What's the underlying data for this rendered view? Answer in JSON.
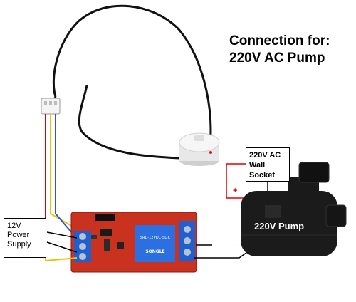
{
  "title": {
    "line1": "Connection for:",
    "line2": "220V AC Pump"
  },
  "power_supply": {
    "line1": "12V",
    "line2": "Power",
    "line3": "Supply"
  },
  "wall_socket": {
    "line1": "220V AC",
    "line2": "Wall",
    "line3": "Socket"
  },
  "pump": {
    "label": "220V Pump"
  },
  "terminals": {
    "plus": "+",
    "minus": "−"
  },
  "relay_module": {
    "label_small": "SRD-12VDC-SL-C",
    "brand": "SONGLE"
  },
  "colors": {
    "board": "#c8321e",
    "terminal_block": "#1f5fd0",
    "relay_body": "#2c6fe0",
    "pump_body": "#1b1b1b",
    "wire_red": "#e00000",
    "wire_yellow": "#f2c200",
    "wire_blue": "#2a56d6",
    "sensor": "#efefef"
  }
}
